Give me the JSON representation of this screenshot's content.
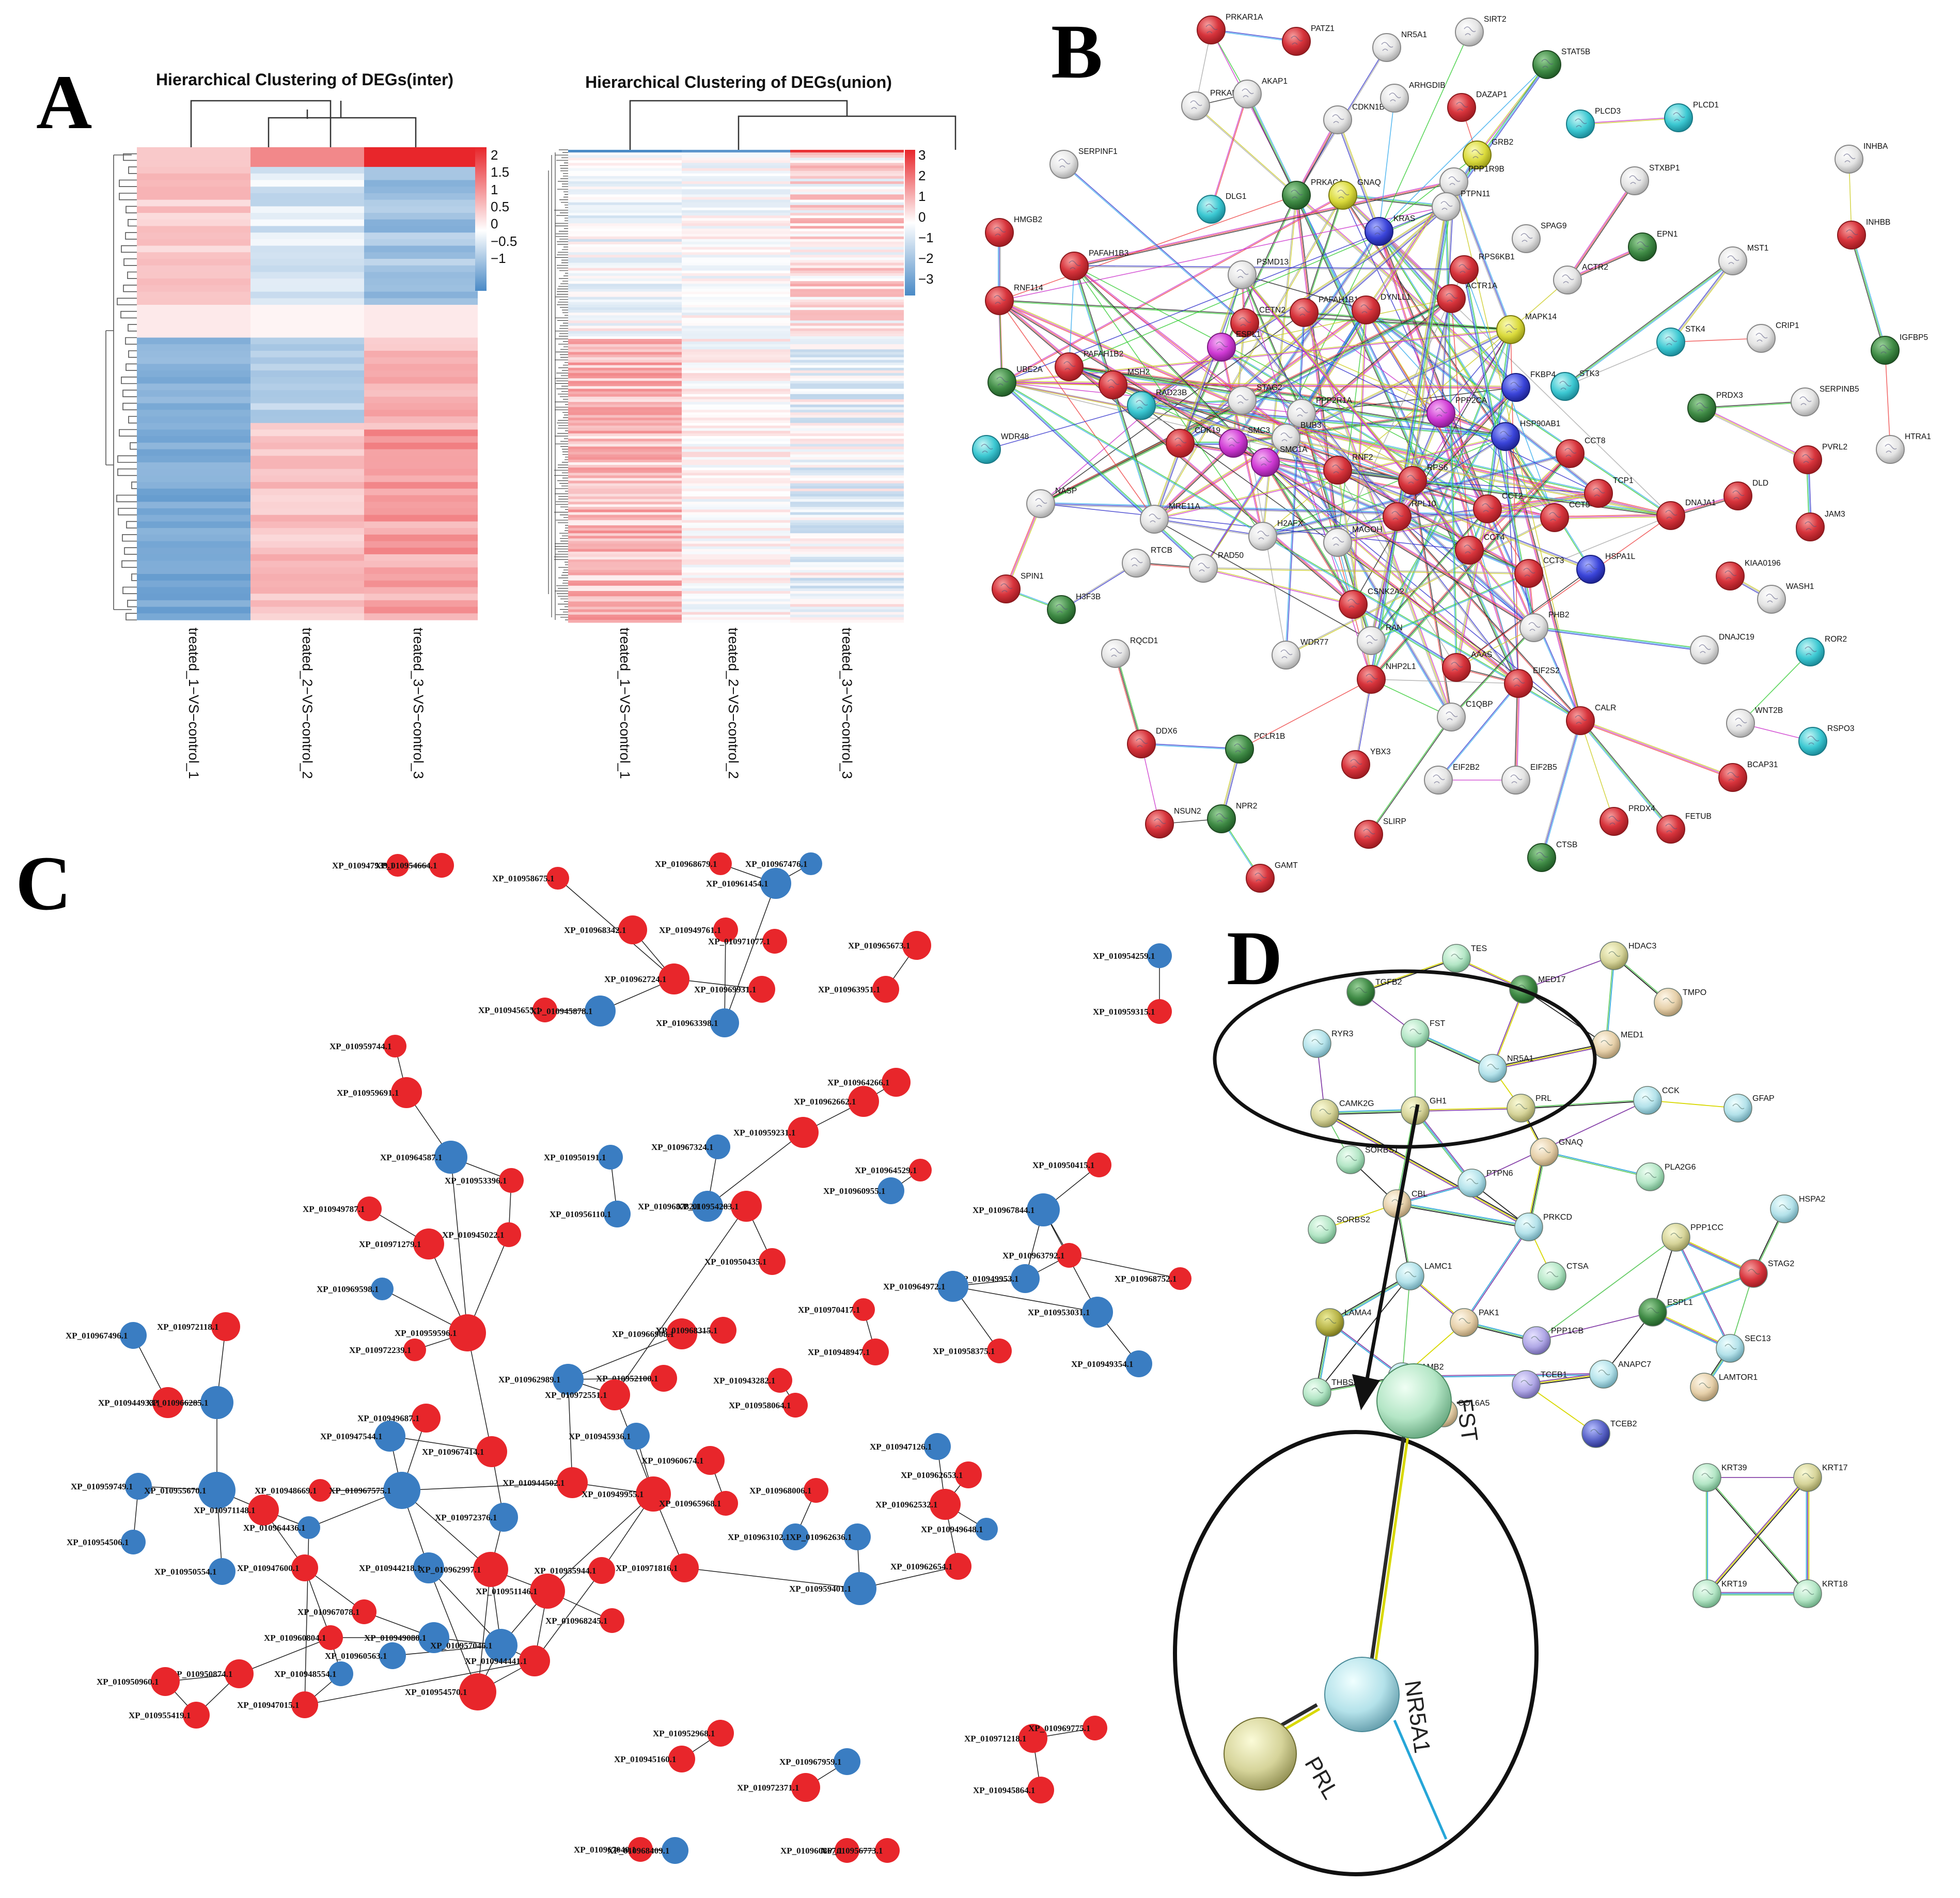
{
  "panel_labels": [
    "A",
    "B",
    "C",
    "D"
  ],
  "panel_a": {
    "left": {
      "title": "Hierarchical Clustering of DEGs(inter)",
      "columns": [
        "treated_1−VS−control_1",
        "treated_2−VS−control_2",
        "treated_3−VS−control_3"
      ],
      "legend_ticks": [
        "2",
        "1.5",
        "1",
        "0.5",
        "0",
        "−0.5",
        "−1"
      ],
      "color_low": "#4a8ac6",
      "color_mid": "#ffffff",
      "color_high": "#e8262b"
    },
    "right": {
      "title": "Hierarchical Clustering of DEGs(union)",
      "columns": [
        "treated_1−VS−control_1",
        "treated_2−VS−control_2",
        "treated_3−VS−control_3"
      ],
      "legend_ticks": [
        "3",
        "2",
        "1",
        "0",
        "−1",
        "−2",
        "−3"
      ],
      "color_low": "#4a8ac6",
      "color_mid": "#ffffff",
      "color_high": "#e8262b"
    }
  },
  "panel_b": {
    "nodes": [
      "PRKAR1A",
      "PATZ1",
      "NR5A1",
      "SIRT2",
      "STAT5B",
      "PRKAR2A",
      "AKAP1",
      "CDKN1B",
      "ARHGDIB",
      "DAZAP1",
      "PLCD3",
      "PLCD1",
      "SERPINF1",
      "GRB2",
      "PPP1R9B",
      "STXBP1",
      "INHBA",
      "PRKACA",
      "GNAQ",
      "PTPN11",
      "DLG1",
      "KRAS",
      "HMGB2",
      "SPAG9",
      "EPN1",
      "MST1",
      "INHBB",
      "PAFAH1B3",
      "PSMD13",
      "RPS6KB1",
      "RNF114",
      "PAFAH1B1",
      "DYNLL1",
      "ACTR1A",
      "ACTR2",
      "CETN2",
      "MAPK14",
      "STK4",
      "CRIP1",
      "UBE2A",
      "PAFAH1B2",
      "ESPL1",
      "STK3",
      "IGFBP5",
      "MSH2",
      "FKBP4",
      "SERPINB5",
      "RAD23B",
      "STAG2",
      "PPP2R1A",
      "PPP2CA",
      "PRDX3",
      "BUB3",
      "HSP90AB1",
      "HTRA1",
      "WDR48",
      "CDK19",
      "SMC3",
      "SMC1A",
      "CCT8",
      "PVRL2",
      "RNF2",
      "RPS6",
      "TCP1",
      "DLD",
      "NASP",
      "RPL10",
      "CCT2",
      "CCT5",
      "DNAJA1",
      "JAM3",
      "MRE11A",
      "H2AFX",
      "MAGOH",
      "CCT4",
      "HSPA1L",
      "KIAA0196",
      "RTCB",
      "RAD50",
      "CCT3",
      "WASH1",
      "SPIN1",
      "H3F3B",
      "CSNK2A2",
      "PHB2",
      "WDR77",
      "RAN",
      "DNAJC19",
      "ROR2",
      "RQCD1",
      "NHP2L1",
      "AAAS",
      "EIF2S2",
      "C1QBP",
      "CALR",
      "WNT2B",
      "RSPO3",
      "DDX6",
      "PCLR1B",
      "YBX3",
      "EIF2B2",
      "EIF2B5",
      "BCAP31",
      "NPR2",
      "SLIRP",
      "NSUN2",
      "PRDX4",
      "FETUB",
      "CTSB",
      "GAMT"
    ]
  },
  "panel_c": {
    "red_color": "#e8262b",
    "blue_color": "#3a7dc2",
    "nodes": [
      "XP_010947939.1",
      "XP_010954664.1",
      "XP_010958675.1",
      "XP_010968679.1",
      "XP_010961454.1",
      "XP_010967476.1",
      "XP_010968342.1",
      "XP_010949761.1",
      "XP_010971077.1",
      "XP_010965673.1",
      "XP_010954259.1",
      "XP_010962724.1",
      "XP_010969931.1",
      "XP_010963951.1",
      "XP_010945655.1",
      "XP_010945878.1",
      "XP_010963398.1",
      "XP_010959315.1",
      "XP_010959744.1",
      "XP_010959691.1",
      "XP_010964266.1",
      "XP_010962662.1",
      "XP_010959231.1",
      "XP_010964587.1",
      "XP_010950191.1",
      "XP_010967324.1",
      "XP_010953396.1",
      "XP_010964529.1",
      "XP_010950415.1",
      "XP_010968782.1",
      "XP_010954283.1",
      "XP_010960955.1",
      "XP_010949787.1",
      "XP_010956110.1",
      "XP_010967844.1",
      "XP_010971279.1",
      "XP_010945022.1",
      "XP_010963792.1",
      "XP_010950435.1",
      "XP_010949953.1",
      "XP_010968752.1",
      "XP_010969598.1",
      "XP_010964972.1",
      "XP_010953031.1",
      "XP_010970417.1",
      "XP_010967496.1",
      "XP_010972118.1",
      "XP_010959596.1",
      "XP_010966908.1",
      "XP_010968315.1",
      "XP_010972239.1",
      "XP_010948947.1",
      "XP_010958375.1",
      "XP_010949354.1",
      "XP_010962989.1",
      "XP_010952100.1",
      "XP_010943282.1",
      "XP_010944933.1",
      "XP_010966285.1",
      "XP_010972551.1",
      "XP_010958064.1",
      "XP_010949687.1",
      "XP_010947544.1",
      "XP_010945936.1",
      "XP_010947126.1",
      "XP_010967414.1",
      "XP_010960674.1",
      "XP_010962653.1",
      "XP_010959749.1",
      "XP_010955670.1",
      "XP_010948669.1",
      "XP_010967575.1",
      "XP_010944502.1",
      "XP_010968006.1",
      "XP_010949955.1",
      "XP_010965968.1",
      "XP_010962532.1",
      "XP_010971148.1",
      "XP_010972376.1",
      "XP_010949648.1",
      "XP_010964436.1",
      "XP_010954506.1",
      "XP_010963102.1",
      "XP_010962636.1",
      "XP_010950554.1",
      "XP_010947600.1",
      "XP_010944218.1",
      "XP_010962997.1",
      "XP_010955944.1",
      "XP_010971816.1",
      "XP_010962654.1",
      "XP_010951146.1",
      "XP_010959401.1",
      "XP_010967078.1",
      "XP_010968245.1",
      "XP_010960804.1",
      "XP_010949080.1",
      "XP_010957046.1",
      "XP_010960563.1",
      "XP_010950874.1",
      "XP_010944441.1",
      "XP_010950960.1",
      "XP_010948554.1",
      "XP_010954570.1",
      "XP_010947015.1",
      "XP_010955419.1",
      "XP_010952968.1",
      "XP_010971218.1",
      "XP_010969775.1",
      "XP_010967959.1",
      "XP_010945160.1",
      "XP_010972371.1",
      "XP_010945864.1",
      "XP_010967040.1",
      "XP_010968409.1",
      "XP_010960867.1",
      "XP_010956773.1"
    ]
  },
  "panel_d": {
    "nodes": [
      "TES",
      "HDAC3",
      "TGFB2",
      "MED17",
      "TMPO",
      "FST",
      "RYR3",
      "NR5A1",
      "MED1",
      "CCK",
      "GFAP",
      "CAMK2G",
      "GH1",
      "PRL",
      "SORBS1",
      "GNAQ",
      "PLA2G6",
      "PTPN6",
      "HSPA2",
      "CBL",
      "PRKCD",
      "PPP1CC",
      "SORBS2",
      "STAG2",
      "CTSA",
      "LAMC1",
      "ESPL1",
      "LAMA4",
      "PAK1",
      "PPP1CB",
      "SEC13",
      "LAMB2",
      "ANAPC7",
      "THBS2",
      "TCEB1",
      "LAMTOR1",
      "COL6A5",
      "TCEB2",
      "KRT39",
      "KRT17",
      "KRT19",
      "KRT18"
    ],
    "zoom_labels": [
      "FST",
      "NR5A1",
      "PRL"
    ]
  }
}
